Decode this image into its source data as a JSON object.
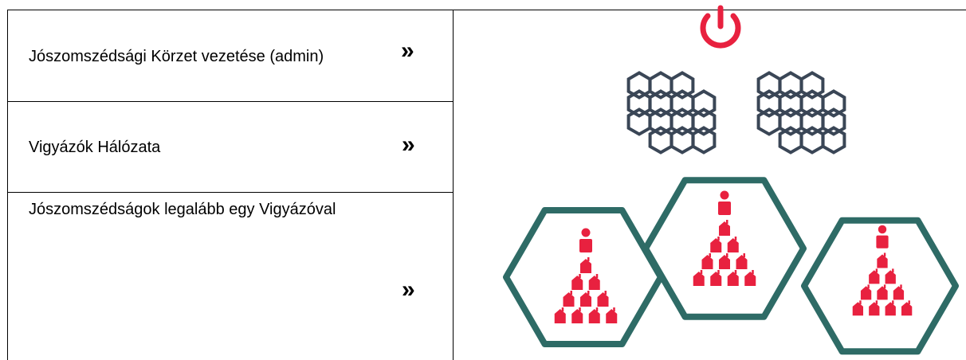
{
  "menu": {
    "items": [
      {
        "label": "Jószomszédsági Körzet vezetése (admin)",
        "arrow": "»"
      },
      {
        "label": "Vigyázók Hálózata",
        "arrow": "»"
      },
      {
        "label": "Jószomszédságok legalább egy Vigyázóval",
        "arrow": "»"
      }
    ]
  },
  "illustration": {
    "icons": [
      "power-icon",
      "hexagon-cluster-icon",
      "house-pyramid-icon"
    ],
    "colors": {
      "accent": "#e8213f",
      "hex_outline": "#3a4656",
      "frame": "#2e6b66"
    }
  }
}
